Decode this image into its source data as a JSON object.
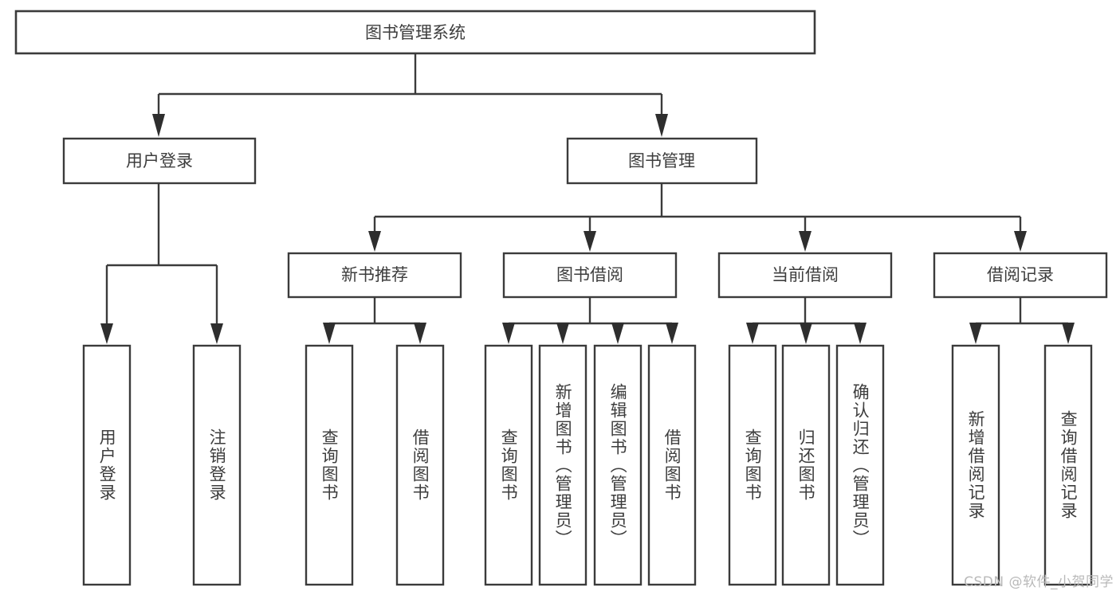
{
  "diagram": {
    "title": "图书管理系统",
    "type": "hierarchy-tree",
    "watermark": "CSDN @软件_小贺同学",
    "colors": {
      "background": "#ffffff",
      "box_fill": "#ffffff",
      "box_stroke": "#3b3b3b",
      "connector": "#3b3b3b",
      "text": "#3d3d3d",
      "watermark": "#b9b9b9"
    },
    "root": {
      "label": "图书管理系统"
    },
    "level1": [
      {
        "label": "用户登录"
      },
      {
        "label": "图书管理"
      }
    ],
    "level2": [
      {
        "label": "新书推荐"
      },
      {
        "label": "图书借阅"
      },
      {
        "label": "当前借阅"
      },
      {
        "label": "借阅记录"
      }
    ],
    "leaves": {
      "user_login": [
        {
          "label": "用户登录"
        },
        {
          "label": "注销登录"
        }
      ],
      "new_book_recommend": [
        {
          "label": "查询图书"
        },
        {
          "label": "借阅图书"
        }
      ],
      "book_borrow": [
        {
          "label": "查询图书"
        },
        {
          "label": "新增图书（管理员）"
        },
        {
          "label": "编辑图书（管理员）"
        },
        {
          "label": "借阅图书"
        }
      ],
      "current_borrow": [
        {
          "label": "查询图书"
        },
        {
          "label": "归还图书"
        },
        {
          "label": "确认归还（管理员）"
        }
      ],
      "borrow_record": [
        {
          "label": "新增借阅记录"
        },
        {
          "label": "查询借阅记录"
        }
      ]
    }
  }
}
